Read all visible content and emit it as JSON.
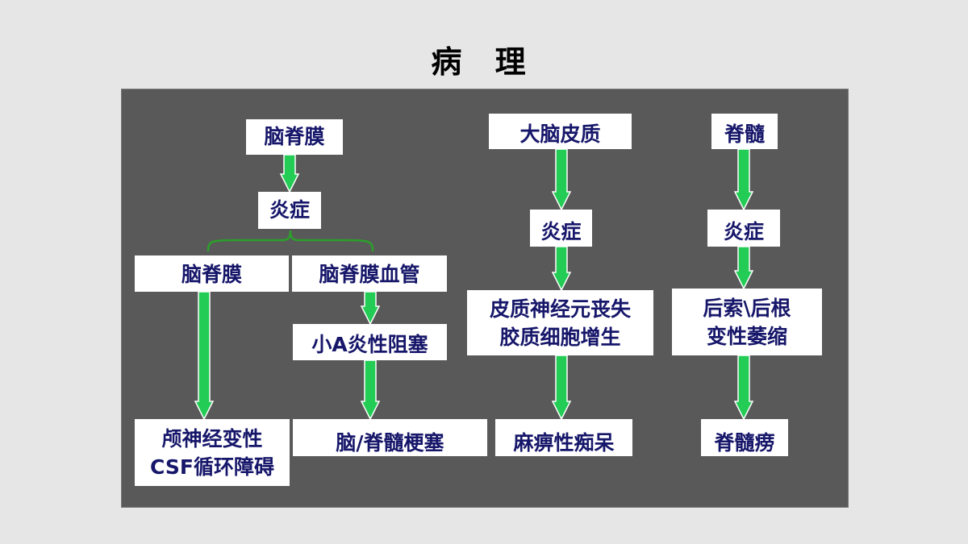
{
  "title": "病  理",
  "colors": {
    "background": "#e6e6e6",
    "panel": "#595959",
    "box_fill": "#ffffff",
    "box_text": "#16166a",
    "arrow_fill": "#22cc55",
    "arrow_stroke": "#ffffff",
    "brace": "#2aa02a"
  },
  "nodes": {
    "meninges": "脑脊膜",
    "inflammation1": "炎症",
    "meninges2": "脑脊膜",
    "meningeal_vessels": "脑脊膜血管",
    "small_artery_occlusion": "小A炎性阻塞",
    "cranial_nerve_line1": "颅神经变性",
    "cranial_nerve_line2": "CSF循环障碍",
    "brain_spinal_infarct": "脑/脊髓梗塞",
    "cerebral_cortex": "大脑皮质",
    "inflammation2": "炎症",
    "cortex_line1": "皮质神经元丧失",
    "cortex_line2": "胶质细胞增生",
    "paralytic_dementia": "麻痹性痴呆",
    "spinal_cord": "脊髓",
    "inflammation3": "炎症",
    "posterior_line1": "后索\\后根",
    "posterior_line2": "变性萎缩",
    "tabes": "脊髓痨"
  }
}
